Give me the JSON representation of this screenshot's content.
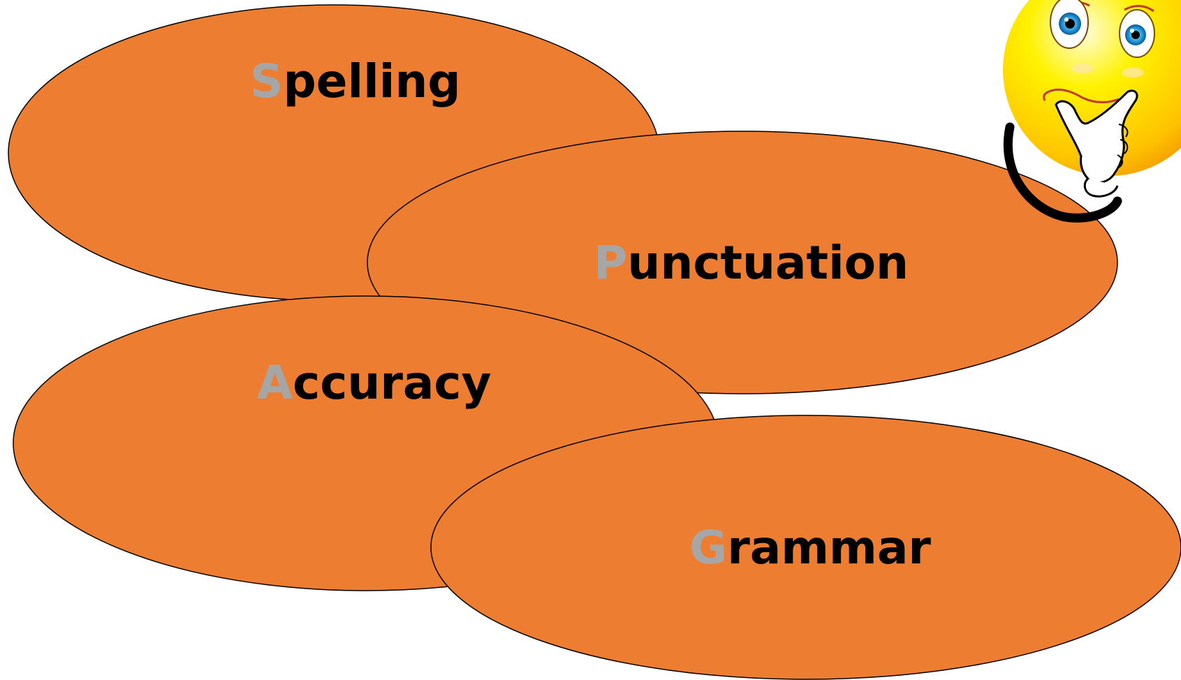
{
  "terms": [
    {
      "first_letter": "S",
      "rest": "pelling"
    },
    {
      "first_letter": "P",
      "rest": "unctuation"
    },
    {
      "first_letter": "A",
      "rest": "ccuracy"
    },
    {
      "first_letter": "G",
      "rest": "rammar"
    }
  ],
  "colors": {
    "ellipse_fill": "#ed7d31",
    "ellipse_stroke": "#000000",
    "first_letter": "#a6a6a6",
    "text": "#000000"
  },
  "decoration": {
    "icon": "thinking-smiley-icon"
  }
}
